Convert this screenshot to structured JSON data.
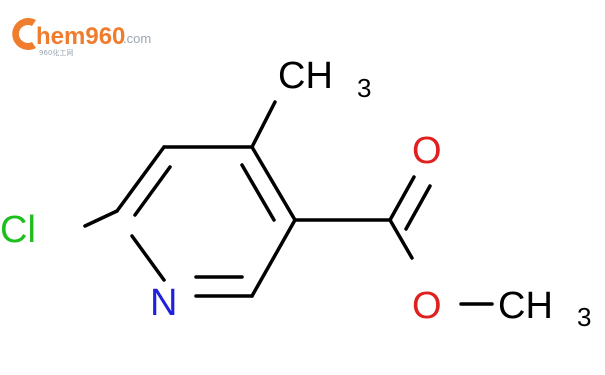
{
  "logo": {
    "brand_text": "hem960",
    "brand_suffix": ".com",
    "sub_text": "960化工网",
    "brand_color": "#f07c2e",
    "suffix_color": "#9aa6b2"
  },
  "molecule": {
    "bond_color": "#000000",
    "atoms": {
      "cl": {
        "label": "Cl",
        "color": "#1dbf1d"
      },
      "n": {
        "label": "N",
        "color": "#1f1fe0"
      },
      "o_carbonyl": {
        "label": "O",
        "color": "#e01f1f"
      },
      "o_ester": {
        "label": "O",
        "color": "#e01f1f"
      },
      "ch3_top": {
        "label": "CH",
        "sub": "3",
        "color": "#000000"
      },
      "ch3_ester": {
        "label": "CH",
        "sub": "3",
        "color": "#000000"
      }
    }
  }
}
